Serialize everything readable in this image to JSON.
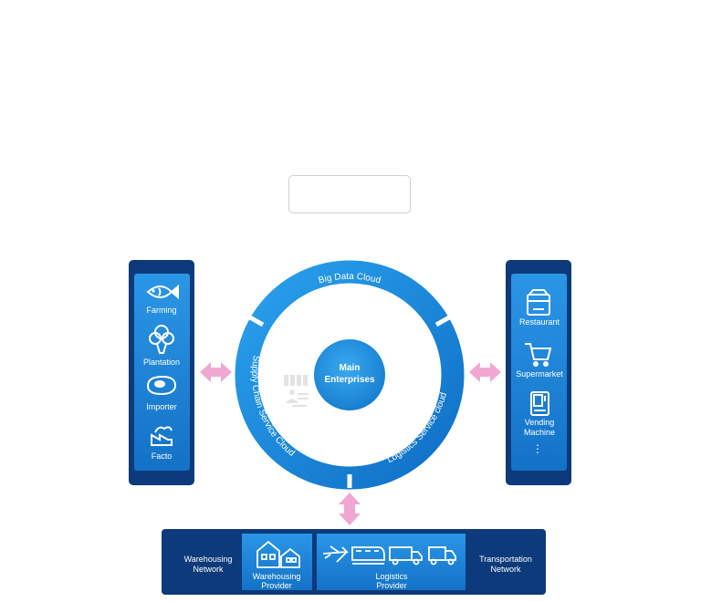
{
  "center": {
    "line1": "Main",
    "line2": "Enterprises"
  },
  "ring": {
    "top": "Big Data Cloud",
    "left": "Supply Chain Service Cloud",
    "right": "Logistics Service cloud"
  },
  "left_panel": {
    "items": [
      {
        "label": "Farming",
        "icon": "fish-icon"
      },
      {
        "label": "Plantation",
        "icon": "broccoli-icon"
      },
      {
        "label": "Importer",
        "icon": "steak-icon"
      },
      {
        "label": "Facto",
        "icon": "factory-icon"
      }
    ]
  },
  "right_panel": {
    "items": [
      {
        "label": "Restaurant",
        "icon": "store-icon"
      },
      {
        "label": "Supermarket",
        "icon": "cart-icon"
      },
      {
        "label_line1": "Vending",
        "label_line2": "Machine",
        "icon": "vending-machine-icon"
      }
    ],
    "more": "⋮"
  },
  "bottom": {
    "warehousing_network": {
      "line1": "Warehousing",
      "line2": "Network"
    },
    "warehousing_provider": {
      "line1": "Warehousing",
      "line2": "Provider"
    },
    "logistics_provider": {
      "line1": "Logistics",
      "line2": "Provider"
    },
    "transportation_network": {
      "line1": "Transportation",
      "line2": "Network"
    }
  },
  "colors": {
    "dark_navy": "#0d3a7a",
    "panel_blue": "#1a7fd4",
    "ring_blue": "#1d8ee0",
    "arrow_pink": "#f0a8d2"
  }
}
